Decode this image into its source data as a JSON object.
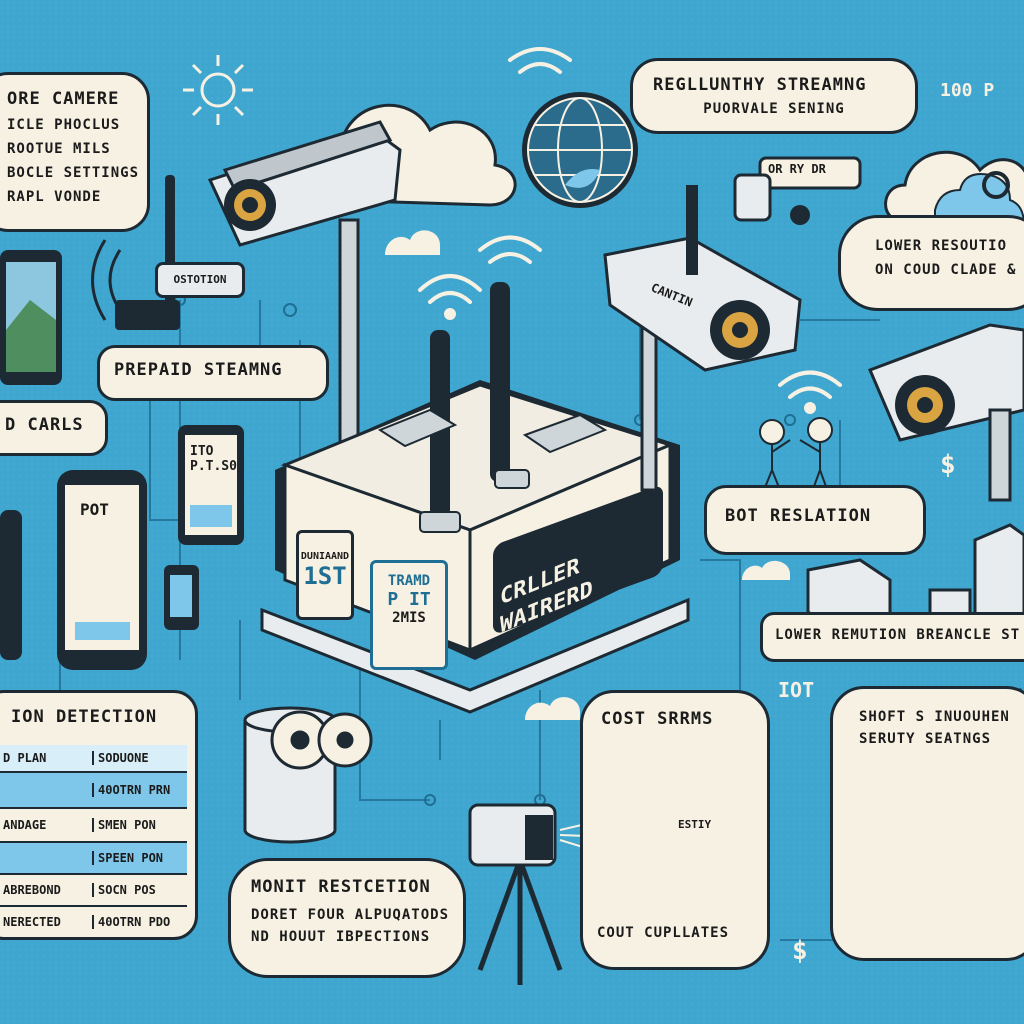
{
  "cards": {
    "top_left": [
      "ORE CAMERE",
      "ICLE PHOCLUS",
      "ROOTUE MILS",
      "BOCLE SETTINGS",
      "RAPL VONDE"
    ],
    "top_center": [
      "REGLLUNTHY STREAMNG",
      "PUORVALE SENING"
    ],
    "top_right_label": "100 P",
    "right_resolution": [
      "LOWER RESOUTIO",
      "ON COUD CLADE & PLA"
    ],
    "prepaid": "PREPAID STEAMNG",
    "cards_label": "D CARLS",
    "bot": "BOT RESLATION",
    "lower_res": "LOWER REMUTION BREANCLE ST",
    "detection": {
      "title": "ION DETECTION",
      "header": [
        "D PLAN",
        "SODUONE"
      ],
      "rows": [
        [
          "",
          "40OTRN PRN"
        ],
        [
          "ANDAGE",
          "SMEN PON"
        ],
        [
          "",
          "SPEEN PON"
        ],
        [
          "ABREBOND",
          "SOCN POS"
        ],
        [
          "NERECTED",
          "40OTRN PDO"
        ]
      ]
    },
    "monit": [
      "MONIT RESTCETION",
      "DORET FOUR ALPUQATODS",
      "ND HOUUT IBPECTIONS"
    ],
    "cost": [
      "COST SRRMS",
      "COUT CUPLLATES"
    ],
    "smart": [
      "SHOFT S INUOUHEN",
      "SERUTY SEATNGS"
    ]
  },
  "device": {
    "label_1": "CRLLER",
    "label_2": "WAIRERD",
    "sticker_1": [
      "DUNIAAND",
      "1ST"
    ],
    "sticker_2": [
      "TRAMD",
      "P IT",
      "2MIS"
    ]
  },
  "cameras": {
    "right_label": "CANTIN"
  },
  "tags": {
    "sign": "OSTOTION",
    "pipe": "OR RY DR",
    "iot": "IOT",
    "tablet_1": [
      "ITO",
      "P.T.S0"
    ],
    "tablet_2": [
      "POT"
    ],
    "phone_screen": "ESTIY",
    "dollar": "$"
  },
  "colors": {
    "background": "#3fa6cf",
    "card": "#f6f1e3",
    "ink": "#1d2a33",
    "accent": "#7fc7ea"
  },
  "icons": [
    "sun-icon",
    "cloud-icon",
    "wifi-icon",
    "globe-icon",
    "bird-icon",
    "lock-icon",
    "dollar-icon",
    "person-icon"
  ]
}
